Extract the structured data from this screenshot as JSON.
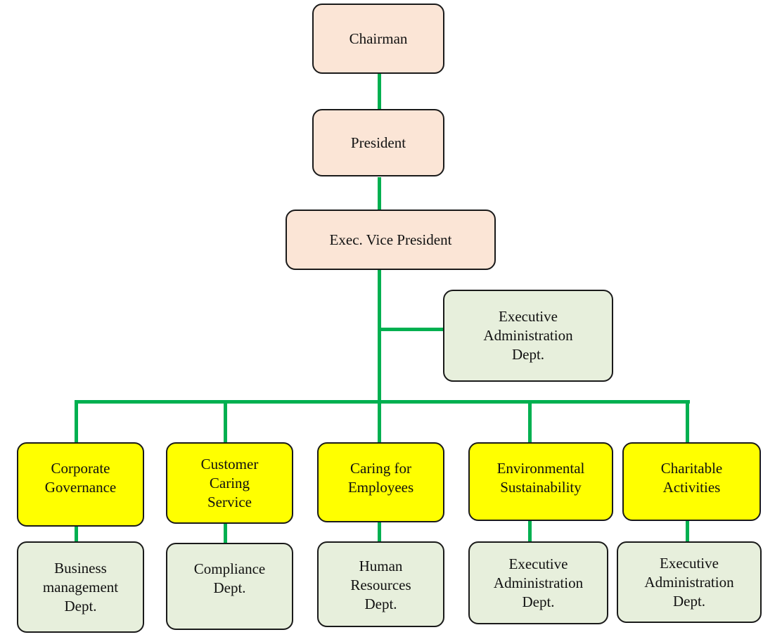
{
  "colors": {
    "executive_fill": "#fbe5d6",
    "department_fill": "#e7efdc",
    "function_fill": "#ffff00",
    "connector": "#00b050",
    "border": "#1a1a1a"
  },
  "org": {
    "chairman": "Chairman",
    "president": "President",
    "evp": "Exec. Vice President",
    "exec_admin": "Executive\nAdministration\nDept."
  },
  "functions": [
    {
      "label": "Corporate\nGovernance",
      "dept": "Business\nmanagement\nDept."
    },
    {
      "label": "Customer\nCaring\nService",
      "dept": "Compliance\nDept."
    },
    {
      "label": "Caring for\nEmployees",
      "dept": "Human\nResources\nDept."
    },
    {
      "label": "Environmental\nSustainability",
      "dept": "Executive\nAdministration\nDept."
    },
    {
      "label": "Charitable\nActivities",
      "dept": "Executive\nAdministration\nDept."
    }
  ]
}
